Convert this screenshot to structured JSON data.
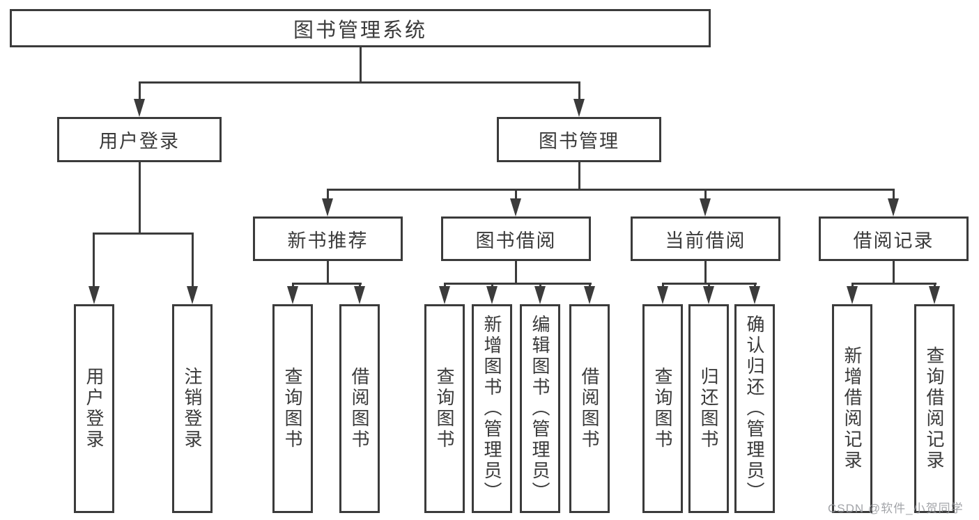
{
  "diagram": {
    "root": {
      "label": "图书管理系统"
    },
    "level2": [
      {
        "label": "用户登录"
      },
      {
        "label": "图书管理"
      }
    ],
    "level3": [
      {
        "label": "新书推荐"
      },
      {
        "label": "图书借阅"
      },
      {
        "label": "当前借阅"
      },
      {
        "label": "借阅记录"
      }
    ],
    "leaves": {
      "user_login": [
        "用户登录",
        "注销登录"
      ],
      "new_book_recommend": [
        "查询图书",
        "借阅图书"
      ],
      "book_borrow": [
        "查询图书",
        "新增图书（管理员）",
        "编辑图书（管理员）",
        "借阅图书"
      ],
      "current_borrow": [
        "查询图书",
        "归还图书",
        "确认归还（管理员）"
      ],
      "borrow_records": [
        "新增借阅记录",
        "查询借阅记录"
      ]
    }
  },
  "watermark": {
    "text": "CSDN @软件_小贺同学"
  },
  "colors": {
    "line": "#3b3b3b",
    "text": "#3a3a3a",
    "background": "#ffffff",
    "watermark": "#97999e"
  }
}
